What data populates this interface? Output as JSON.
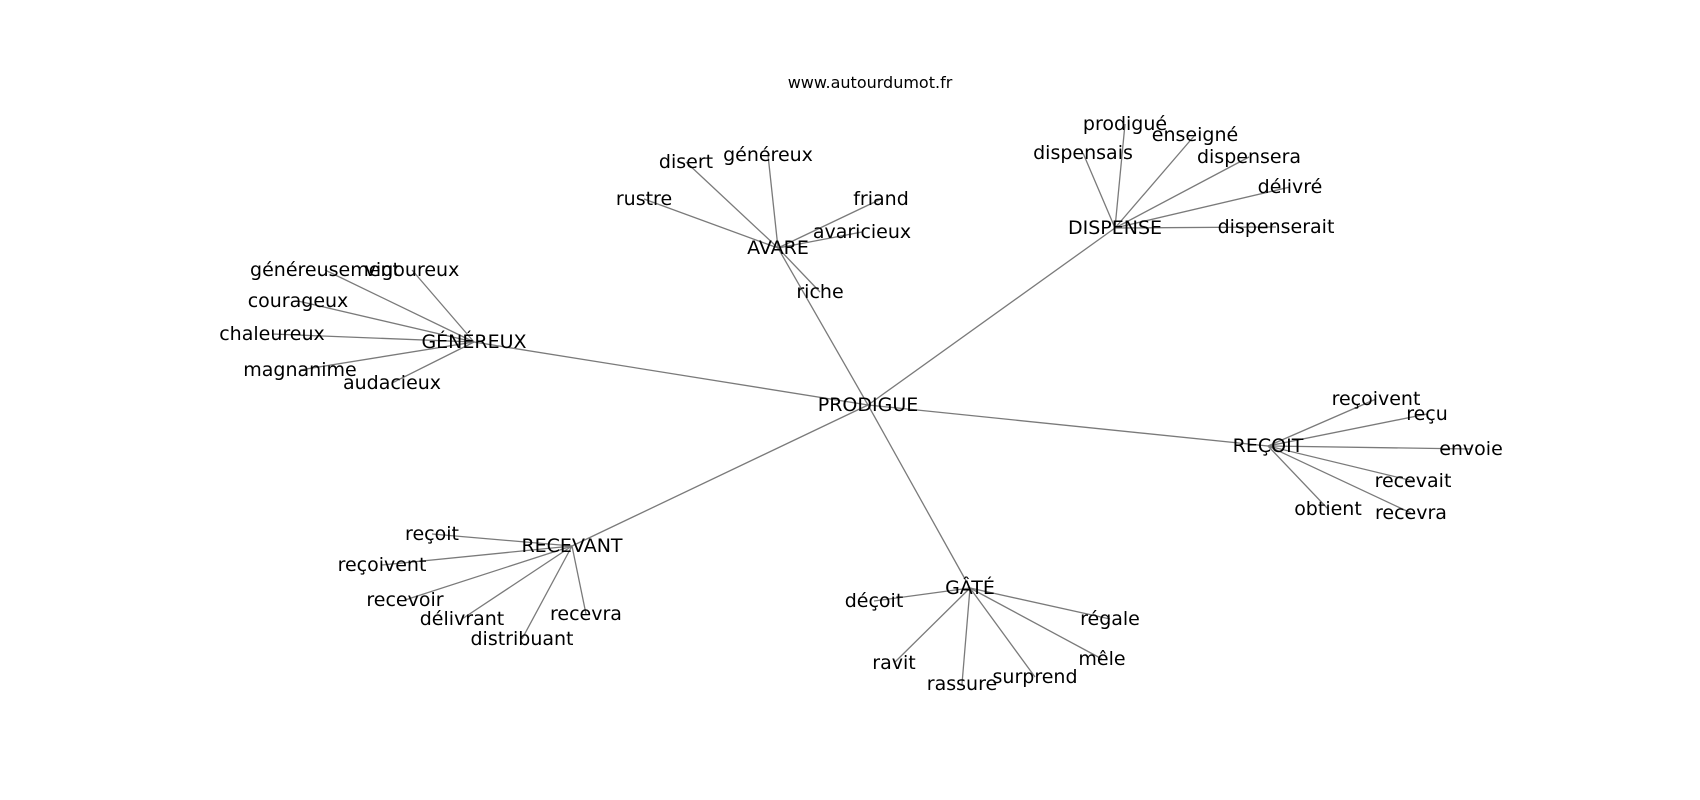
{
  "source": "www.autourdumot.fr",
  "root": "PRODIGUE",
  "groups": [
    {
      "hub": "GÉNÉREUX",
      "leaves": [
        "généreusement",
        "vigoureux",
        "courageux",
        "chaleureux",
        "magnanime",
        "audacieux"
      ]
    },
    {
      "hub": "AVARE",
      "leaves": [
        "disert",
        "généreux",
        "rustre",
        "friand",
        "avaricieux",
        "riche"
      ]
    },
    {
      "hub": "DISPENSE",
      "leaves": [
        "prodigué",
        "enseigné",
        "dispensais",
        "dispensera",
        "délivré",
        "dispenserait"
      ]
    },
    {
      "hub": "REÇOIT",
      "leaves": [
        "reçoivent",
        "reçu",
        "envoie",
        "recevait",
        "obtient",
        "recevra"
      ]
    },
    {
      "hub": "RECEVANT",
      "leaves": [
        "reçoit",
        "reçoivent",
        "recevoir",
        "délivrant",
        "distribuant",
        "recevra"
      ]
    },
    {
      "hub": "GÂTÉ",
      "leaves": [
        "déçoit",
        "régale",
        "ravit",
        "mêle",
        "surprend",
        "rassure"
      ]
    }
  ]
}
